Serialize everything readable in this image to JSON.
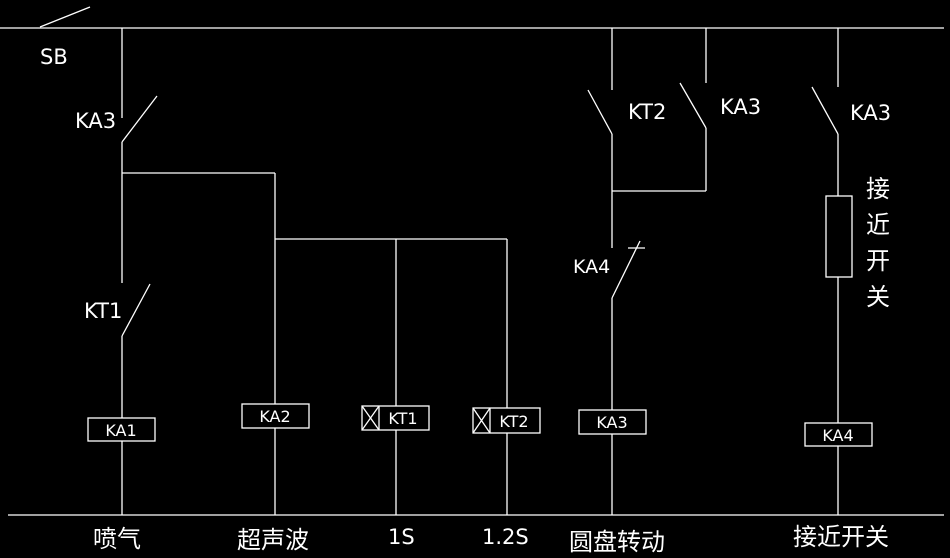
{
  "contacts": {
    "sb": "SB",
    "ka3_main": "KA3",
    "kt1": "KT1",
    "kt2": "KT2",
    "ka3_parallel": "KA3",
    "ka4": "KA4",
    "ka3_proximity": "KA3"
  },
  "coils": {
    "ka1": "KA1",
    "ka2": "KA2",
    "kt1": "KT1",
    "kt2": "KT2",
    "ka3": "KA3",
    "ka4": "KA4"
  },
  "proximity_switch_label": [
    "接",
    "近",
    "开",
    "关"
  ],
  "branch_labels": {
    "spray": "喷气",
    "ultrasonic": "超声波",
    "kt1_time": "1S",
    "kt2_time": "1.2S",
    "disc_rotation": "圆盘转动",
    "proximity_switch": "接近开关"
  },
  "colors": {
    "background": "#000000",
    "line": "#ffffff"
  }
}
